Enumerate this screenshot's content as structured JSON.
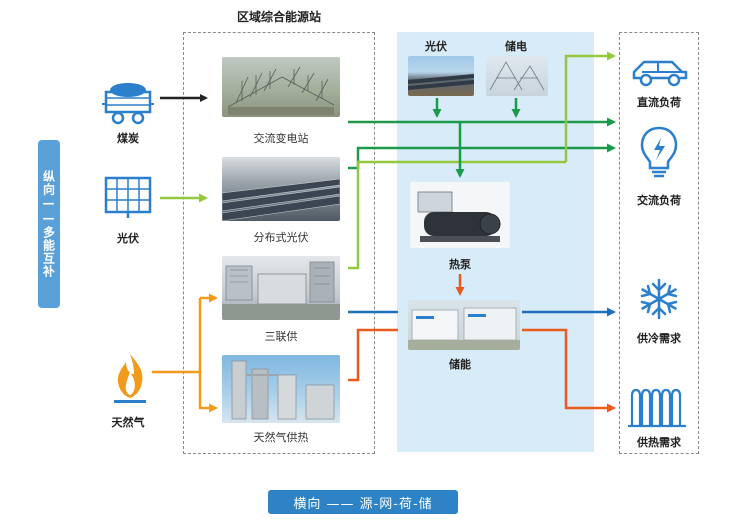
{
  "title": "区域综合能源站",
  "side_label": "纵向——多能互补",
  "bottom_label": "横向 —— 源-网-荷-储",
  "sources": {
    "coal": "煤炭",
    "pv": "光伏",
    "gas": "天然气"
  },
  "station": {
    "substation": "交流变电站",
    "distributed_pv": "分布式光伏",
    "cchp": "三联供",
    "gas_heating": "天然气供热"
  },
  "storage_panel": {
    "pv": "光伏",
    "storage_power": "储电",
    "heat_pump": "热泵",
    "storage": "储能"
  },
  "loads": {
    "dc": "直流负荷",
    "ac": "交流负荷",
    "cooling": "供冷需求",
    "heating": "供热需求"
  },
  "colors": {
    "dark_green": "#1a9a4a",
    "light_green": "#94c83d",
    "orange": "#f29b1b",
    "red_orange": "#e85b1d",
    "blue": "#1f6fb8",
    "black": "#222222",
    "icon_blue": "#2b7fcc",
    "panel_bg": "#d8ebf8"
  }
}
